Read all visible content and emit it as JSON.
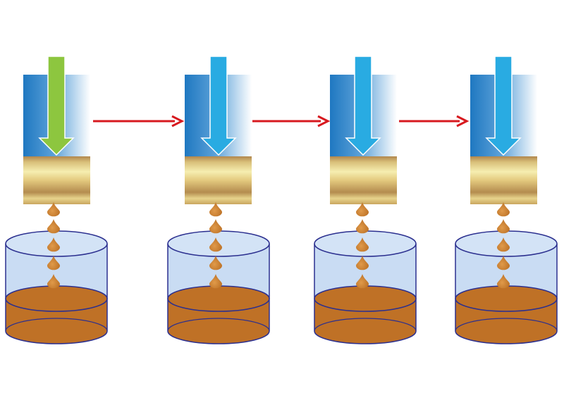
{
  "diagram": {
    "stages": [
      {
        "arrow_color": "#8dc63f",
        "arrow_label": "green-arrow"
      },
      {
        "arrow_color": "#29abe2",
        "arrow_label": "blue-arrow"
      },
      {
        "arrow_color": "#29abe2",
        "arrow_label": "blue-arrow"
      },
      {
        "arrow_color": "#29abe2",
        "arrow_label": "blue-arrow"
      }
    ],
    "colors": {
      "piston_dark": "#1f78c1",
      "piston_light": "#ffffff",
      "filter_gold": "#e9d98a",
      "filter_bronze": "#b0874d",
      "droplet": "#c8792a",
      "liquid": "#bf7126",
      "beaker_glass": "#c9dcf3",
      "beaker_outline": "#2b2f8f",
      "flow_arrow": "#d7191f",
      "background": "#ffffff"
    },
    "icons": {
      "press": "press-piston-icon",
      "flow": "right-arrow-icon",
      "droplet": "droplet-icon",
      "beaker": "beaker-icon"
    }
  }
}
